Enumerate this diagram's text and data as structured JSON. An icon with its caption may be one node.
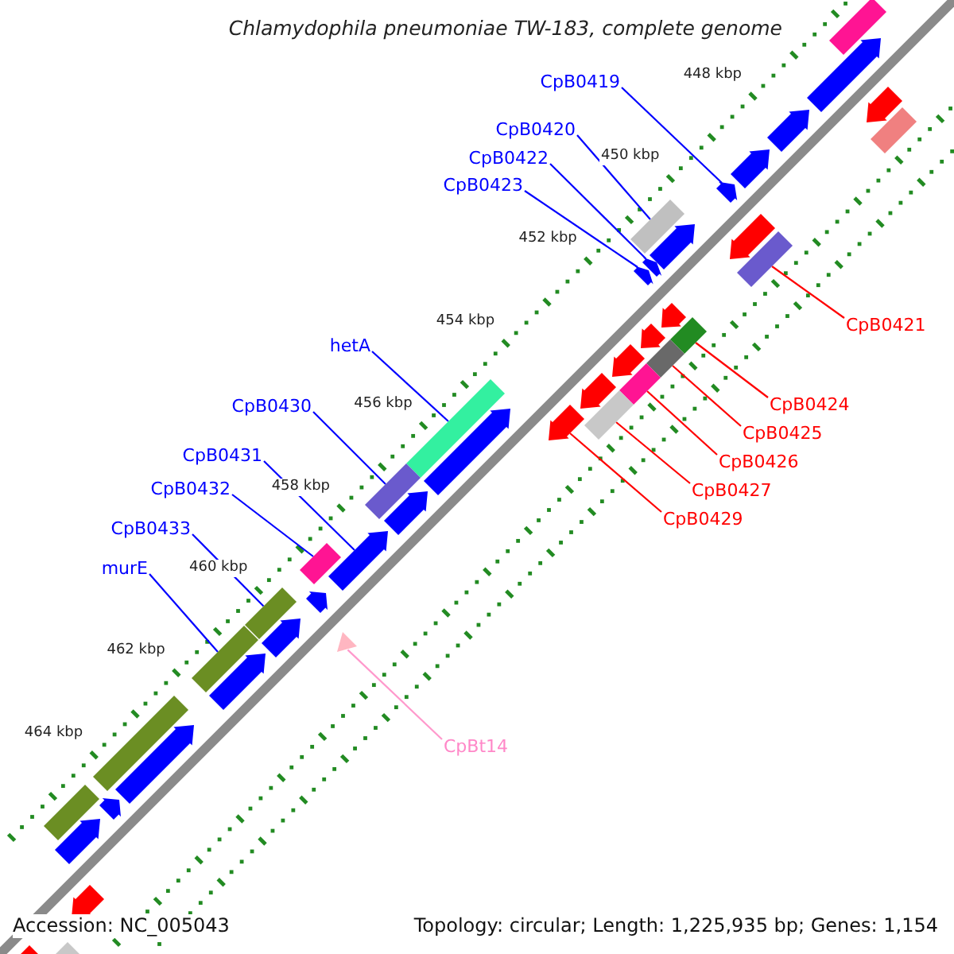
{
  "diagram": {
    "title": "Chlamydophila pneumoniae TW-183, complete genome",
    "nodes": [
      {
        "text": [
          "CpB0419"
        ]
      },
      {
        "text": [
          "CpB0420"
        ]
      },
      {
        "text": [
          "CpB0422"
        ]
      },
      {
        "text": [
          "CpB0423"
        ]
      },
      {
        "text": [
          "CpB0421"
        ]
      },
      {
        "text": [
          "hetA"
        ]
      },
      {
        "text": [
          "CpB0424"
        ]
      },
      {
        "text": [
          "CpB0425"
        ]
      },
      {
        "text": [
          "CpB0430"
        ]
      },
      {
        "text": [
          "CpB0426"
        ]
      },
      {
        "text": [
          "CpB0431"
        ]
      },
      {
        "text": [
          "CpB0427"
        ]
      },
      {
        "text": [
          "CpB0432"
        ]
      },
      {
        "text": [
          "CpB0429"
        ]
      },
      {
        "text": [
          "CpB0433"
        ]
      },
      {
        "text": [
          "murE"
        ]
      },
      {
        "text": [
          "CpBt14"
        ]
      },
      {
        "text": [],
        "shape": "bar"
      },
      {
        "text": [],
        "shape": "bar"
      },
      {
        "text": [],
        "shape": "bar"
      },
      {
        "text": [],
        "shape": "bar"
      },
      {
        "text": [],
        "shape": "bar"
      },
      {
        "text": [],
        "shape": "bar"
      },
      {
        "text": [],
        "shape": "bar"
      },
      {
        "text": [],
        "shape": "bar"
      },
      {
        "text": [],
        "shape": "bar"
      },
      {
        "text": [],
        "shape": "bar"
      },
      {
        "text": [],
        "shape": "bar"
      },
      {
        "text": [],
        "shape": "bar"
      },
      {
        "text": [],
        "shape": "bar"
      },
      {
        "text": [],
        "shape": "bar"
      },
      {
        "text": [],
        "shape": "bar"
      },
      {
        "text": [],
        "shape": "bar"
      },
      {
        "text": [],
        "shape": "bar"
      },
      {
        "text": [],
        "shape": "bar"
      },
      {
        "text": [],
        "shape": "bar"
      },
      {
        "text": [],
        "shape": "bar"
      },
      {
        "text": [],
        "shape": "bar"
      },
      {
        "text": [],
        "shape": "bar"
      },
      {
        "text": [],
        "shape": "bar"
      },
      {
        "text": [],
        "shape": "bar"
      },
      {
        "text": [],
        "shape": "bar"
      },
      {
        "text": [],
        "shape": "bar"
      },
      {
        "text": [],
        "shape": "bar"
      },
      {
        "text": [],
        "shape": "bar"
      },
      {
        "text": [],
        "shape": "bar"
      },
      {
        "text": [],
        "shape": "bar"
      },
      {
        "text": [],
        "shape": "bar"
      },
      {
        "text": [],
        "shape": "bar"
      },
      {
        "text": [],
        "shape": "bar"
      },
      {
        "text": [],
        "shape": "bar"
      },
      {
        "text": [],
        "shape": "bar"
      },
      {
        "text": [],
        "shape": "bar"
      },
      {
        "text": [],
        "shape": "bar"
      },
      {
        "text": [],
        "shape": "bar"
      },
      {
        "text": [],
        "shape": "bar"
      },
      {
        "text": [],
        "shape": "bar"
      },
      {
        "text": [],
        "shape": "bar"
      },
      {
        "text": [],
        "shape": "bar"
      }
    ],
    "edges": [
      {
        "from": 0,
        "to": 17,
        "arrow": "none"
      },
      {
        "from": 1,
        "to": 18,
        "arrow": "none"
      },
      {
        "from": 2,
        "to": 19,
        "arrow": "none"
      },
      {
        "from": 3,
        "to": 20,
        "arrow": "none"
      },
      {
        "from": 4,
        "to": 21,
        "arrow": "none",
        "color": "#ff0000"
      },
      {
        "from": 5,
        "to": 22,
        "arrow": "none"
      },
      {
        "from": 6,
        "to": 23,
        "arrow": "none",
        "color": "#ff0000"
      },
      {
        "from": 7,
        "to": 24,
        "arrow": "none",
        "color": "#ff0000"
      },
      {
        "from": 8,
        "to": 25,
        "arrow": "none"
      },
      {
        "from": 9,
        "to": 26,
        "arrow": "none",
        "color": "#ff0000"
      },
      {
        "from": 10,
        "to": 27,
        "arrow": "none"
      },
      {
        "from": 11,
        "to": 28,
        "arrow": "none",
        "color": "#ff0000"
      },
      {
        "from": 12,
        "to": 29,
        "arrow": "none"
      },
      {
        "from": 13,
        "to": 30,
        "arrow": "none",
        "color": "#ff0000"
      },
      {
        "from": 14,
        "to": 31,
        "arrow": "none"
      },
      {
        "from": 15,
        "to": 32,
        "arrow": "none"
      },
      {
        "from": 16,
        "to": 33,
        "arrow": "none",
        "color": "#ff99cc"
      }
    ],
    "labels": [
      "448 kbp",
      "450 kbp",
      "452 kbp",
      "454 kbp",
      "456 kbp",
      "458 kbp",
      "460 kbp",
      "462 kbp",
      "464 kbp",
      "Accession: NC_005043",
      "Topology: circular; Length: 1,225,935 bp; Genes: 1,154"
    ]
  }
}
